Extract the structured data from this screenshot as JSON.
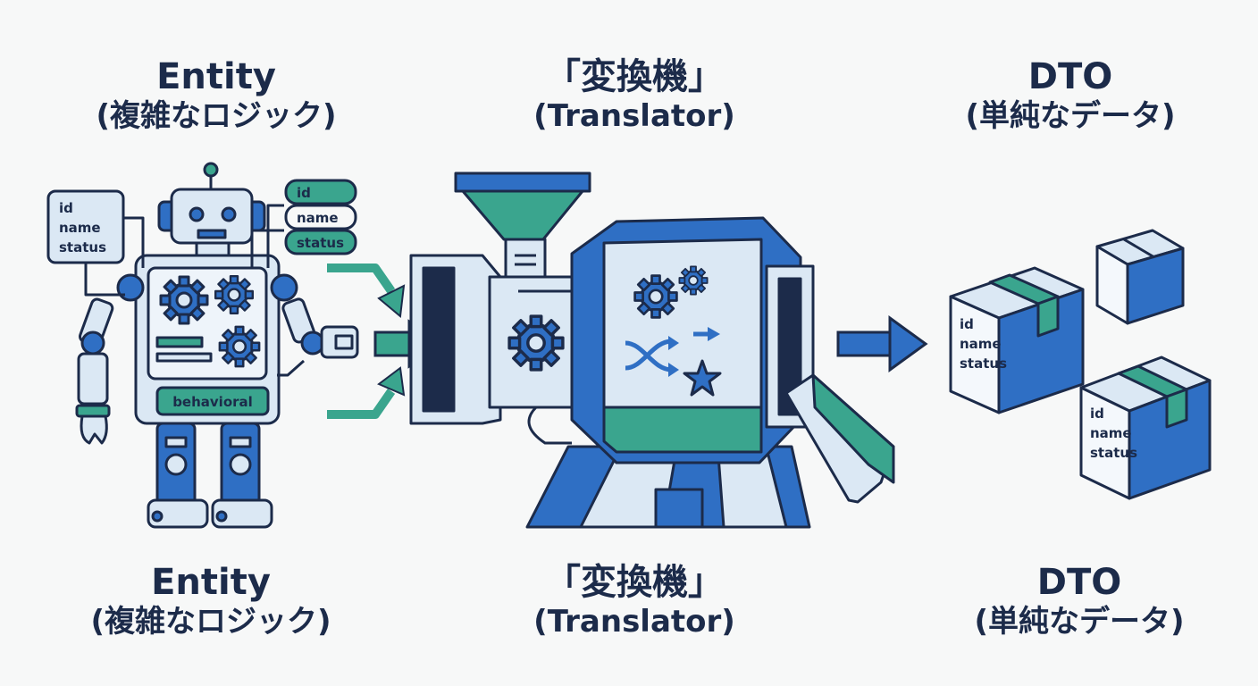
{
  "top_titles": {
    "entity": {
      "line1": "Entity",
      "line2": "(複雑なロジック)"
    },
    "translator": {
      "line1": "「変換機」",
      "line2": "(Translator)"
    },
    "dto": {
      "line1": "DTO",
      "line2": "(単純なデータ)"
    }
  },
  "bottom_titles": {
    "entity": {
      "line1": "Entity",
      "line2": "(複雑なロジック)"
    },
    "translator": {
      "line1": "「変換機」",
      "line2": "(Translator)"
    },
    "dto": {
      "line1": "DTO",
      "line2": "(単純なデータ)"
    }
  },
  "entity": {
    "field_card": [
      "id",
      "name",
      "status"
    ],
    "field_tags": [
      "id",
      "name",
      "status"
    ],
    "behavior_label": "behavioral"
  },
  "dto_boxes": [
    {
      "fields": [
        "id",
        "name",
        "status"
      ]
    },
    {
      "fields": []
    },
    {
      "fields": [
        "id",
        "name",
        "status"
      ]
    }
  ],
  "colors": {
    "navy": "#1c2b4a",
    "teal": "#3aa58e",
    "blue": "#2f6fc4",
    "light": "#dbe8f4",
    "background": "#f7f8f8"
  }
}
